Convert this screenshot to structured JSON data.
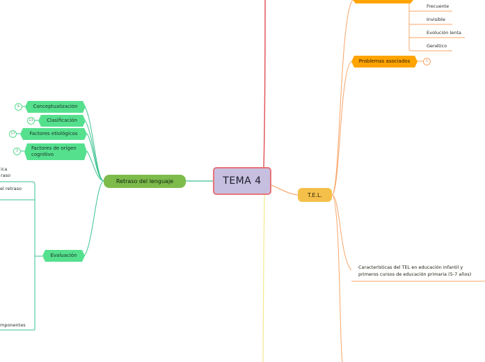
{
  "central": {
    "title": "TEMA 4"
  },
  "retraso": {
    "label": "Retraso del lenguaje",
    "children": [
      {
        "label": "Conceptualización",
        "count": "6"
      },
      {
        "label": "Clasificación",
        "count": "13"
      },
      {
        "label": "Factores etiológicos",
        "count": "17"
      },
      {
        "label": "Factores de origen cognitivo",
        "count": "3"
      },
      {
        "label": "Evaluación",
        "count": ""
      }
    ],
    "clipped": [
      "ica",
      "raso",
      "el retraso",
      "mponentes"
    ]
  },
  "tel": {
    "label": "T.E.L.",
    "subitems": [
      "Frecuente",
      "Invisible",
      "Evolución lenta",
      "Genético"
    ],
    "problemas": {
      "label": "Problemas asociados",
      "count": "1"
    },
    "caracteristicas": "Características del TEL en educación infantil y primeros cursos de educación primaria (5-7 años)"
  },
  "colors": {
    "central_fill": "#c6bfdf",
    "central_border": "#e8737a",
    "retraso_fill": "#7dbb4b",
    "green_node": "#55e08e",
    "green_line": "#3bc18f",
    "tel_fill": "#f5c04a",
    "orange_node": "#ffa400",
    "orange_line": "#f8a467",
    "red_line": "#e2585c",
    "yellow_line": "#f3ea8a"
  }
}
